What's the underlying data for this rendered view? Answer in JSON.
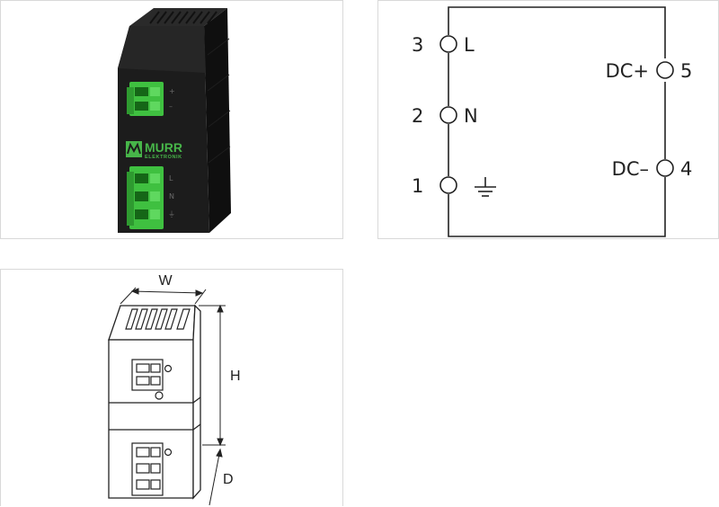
{
  "product_photo": {
    "brand": "MURR",
    "brand_sub": "ELEKTRONIK",
    "output_marks": [
      "+",
      "–"
    ],
    "input_marks": [
      "L",
      "N",
      "⏚"
    ],
    "colors": {
      "housing": "#1c1c1c",
      "terminal": "#3fc040",
      "brand": "#47b549"
    }
  },
  "wiring": {
    "left_terminals": [
      {
        "number": "3",
        "label": "L"
      },
      {
        "number": "2",
        "label": "N"
      },
      {
        "number": "1",
        "label": "",
        "icon": "ground-icon"
      }
    ],
    "right_terminals": [
      {
        "number": "5",
        "label": "DC+"
      },
      {
        "number": "4",
        "label": "DC–"
      }
    ]
  },
  "dimensions": {
    "width_label": "W",
    "height_label": "H",
    "depth_label": "D"
  }
}
